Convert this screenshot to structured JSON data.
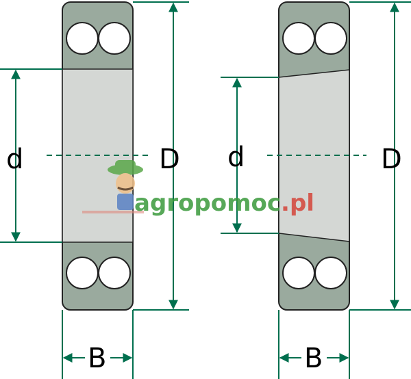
{
  "diagram": {
    "left_bearing": {
      "inner_diameter_label": "d",
      "outer_diameter_label": "D",
      "width_label": "B"
    },
    "right_bearing": {
      "inner_diameter_label": "d",
      "outer_diameter_label": "D",
      "width_label": "B"
    }
  },
  "watermark": {
    "brand_main": "agropomoc",
    "brand_tld": ".pl"
  },
  "colors": {
    "dimension_line": "#006f4e",
    "ring_fill": "#9aaa9e",
    "bore_fill": "#d4d7d4",
    "ball_fill": "#ffffff",
    "watermark_green": "#3a9a3c",
    "watermark_red": "#d4453a"
  }
}
